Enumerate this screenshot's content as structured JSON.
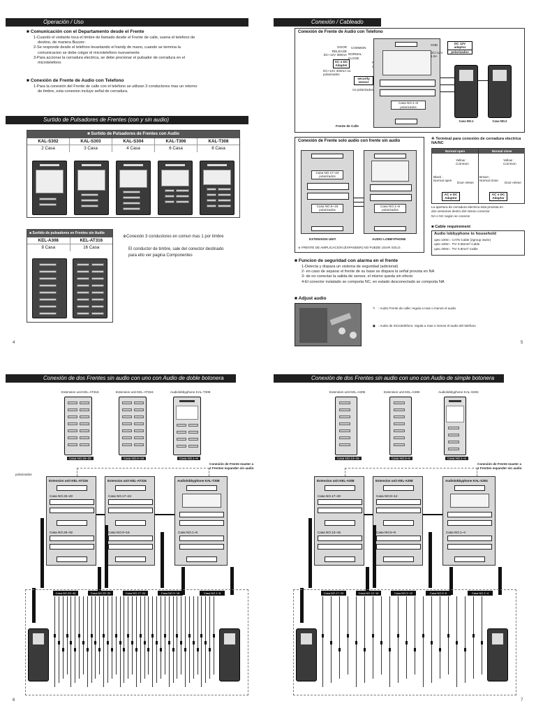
{
  "page4": {
    "section_title": "Operación / Uso",
    "h1": "Comunicación con el Departamento desde el Frente",
    "h1_lines": [
      "1-Cuando el visitante toca el timbre de llamado desde el Frente de calle, suena el telefono de",
      "destino, de manera Buzzer-",
      "2-Se responde desde el telefono levantando el handy de mano, cuando se termina la",
      "comunicacion se debe colgar el microtelefono nuevamente",
      "3-Para accionar la cerradura electrica, se debe precionar el pulsador de cerradura en el",
      "microtelefono"
    ],
    "h2": "Conexión de Frente de Audio con Telefono",
    "h2_lines": [
      "1-Para la conexión del Frente de calle con el telefono se utilizan 3 conductores mas un retorno",
      "de timbre, esta conexion incluye señal de cerradura."
    ],
    "section2_title": "Surtido de Pulsadores de Frentes (con y sin audio)",
    "table1_title": "Surtido de Pulsadores de Frentes con Audio",
    "table1_models": [
      "KAL-S302",
      "KAL-S303",
      "KAL-S304",
      "KAL-T306",
      "KAL-T308"
    ],
    "table1_cases": [
      "2 Casa",
      "3 Casa",
      "4 Casa",
      "6 Casa",
      "8 Casa"
    ],
    "table2_title": "Surtido de pulsadores en Frentes sin Audio",
    "table2_models": [
      "KEL-A308",
      "KEL-AT316"
    ],
    "table2_cases": [
      "8 Casa",
      "16 Casa"
    ],
    "note1": "※Conexión 3 condustores en comun mas 1 por timbre",
    "note2": "El conductor de timbre, sale del conector destinado",
    "note3": "para ello ver pagina Componentes",
    "page_number": "4"
  },
  "page5": {
    "section_title": "Conexión / Cableado",
    "box1_title": "Conexión de Frente de Audio con Telefono",
    "box1_labels": {
      "door_release": "DOOR RELEASE DC+12V 300mA",
      "common": "COMMON",
      "normal_close": "NORMAL CLOSE",
      "normal_open": "NORMAL OPEN",
      "ac_dc": "AC o DC Adapter",
      "dc12": "DC+12V 300mA no polarizados",
      "security": "security sensor",
      "no_polarizados": "no polarizados",
      "dc12v_adaptor": "DC 12V adaptor",
      "polarizados": "polarizados",
      "gnd": "GND",
      "dc12v_1a": "DC+12V 1.5A",
      "casa_no": "Casa NO.1~8",
      "casa_pol": "polarizados",
      "frente": "Frente de Calle",
      "casa1": "Casa NO.1",
      "casa2": "Casa NO.2"
    },
    "box2_title": "Conexión de Frente solo audio con frente sin audio",
    "box2_labels": {
      "casa17": "Casa NO.17~24",
      "pol": "polarizados",
      "casa9": "Casa NO.9~16",
      "casa1": "Casa NO.1~8",
      "ext": "EXTENSION UNIT",
      "lobby": "AUDIO LOBBYPHONE",
      "note": "※ FRENTE DE AMPLICACION (EXPANDER) NO PUEDE USAR SOLO."
    },
    "terminal_title": "※ Terminal para conexión de cerradura electrica NA/NC",
    "terminal_cols": [
      "Normal open",
      "Normal close"
    ],
    "terminal_labels": {
      "yellow": "Yellow : Common",
      "black": "Black : Normal open",
      "brown": "Brown : Normal close",
      "door": "Door relese",
      "adapter": "AC o DC Adaptor"
    },
    "terminal_note": [
      "La apertura de cerradura electrica esta provista en",
      "dos versiones dentro del mismo conector",
      "NA o NC según se conecte"
    ],
    "cable_title": "Cable requirement",
    "cable_box_title": "Audio lobbyphone to household",
    "cable_lines": [
      "upto 100m : CAT5 Cable (2group 4wire)",
      "upto 100m : TIV 0.65mm² Cable",
      "upto 200m : TIV 0.8mm² Cable"
    ],
    "alarm_title": "Funcion de seguridad con alarma en el frente",
    "alarm_lines": [
      "1-Detecta y dispara un sistema de seguridad (adicional)",
      "2- en caso de separar el frente de su base se dispara la señal provsta en NA",
      "3- de no conectar la salida de sensor, el mismo queda sin efecto",
      "4-El conector instalado se comporta NC, en estado desconectado se comporta NA"
    ],
    "adjust_title": "Adjust audio",
    "adjust_line1": ": Audio Frente de calle: regula a mas o menos el audio",
    "adjust_line2": ": Audio de microtelefono: regula a mas o menos el audio del telefono",
    "page_number": "5"
  },
  "page6": {
    "section_title": "Conexión de dos Frentes sin audio con uno con Audio de doble botonera",
    "top_labels": [
      "Extension unit KEL-AT316",
      "Extension unit KEL-AT316",
      "Audiolobbyphone KAL-T308"
    ],
    "mid_labels": [
      "Extension unit KEL-AT316",
      "Extension unit KEL-AT316",
      "Audiolobbyphone KAL-T308"
    ],
    "casa_labels": [
      "Casa NO.33~40",
      "Casa NO.17~24",
      "Casa NO.1~8",
      "Casa NO.25~32",
      "Casa NO.9~16"
    ],
    "callout": "Conexión de Frente master a 2 Frentes expander sin audio",
    "polarizados": "polarizados",
    "bottom_cases": [
      "Casa NO.33~40",
      "Casa NO.25~32",
      "Casa NO.17~24",
      "Casa NO.9~16",
      "Casa NO.1~8"
    ],
    "page_number": "6"
  },
  "page7": {
    "section_title": "Conexión de dos Frentes sin audio con uno con Audio de simple botonera",
    "top_labels": [
      "Extension unit KEL-A308",
      "Extension unit KEL-A308",
      "Audiolobbyphone KAL-S304"
    ],
    "casa_labels": [
      "Casa NO.17~20",
      "Casa NO.9~12",
      "Casa NO.1~4",
      "Casa NO.13~16",
      "Casa NO.5~8"
    ],
    "callout": "Conexión de Frente master a 2 Frentes expander sin audio",
    "bottom_cases": [
      "Casa NO.17~20",
      "Casa NO.13~16",
      "Casa NO.9~12",
      "Casa NO.5~8",
      "Casa NO.1~4"
    ],
    "page_number": "7"
  }
}
